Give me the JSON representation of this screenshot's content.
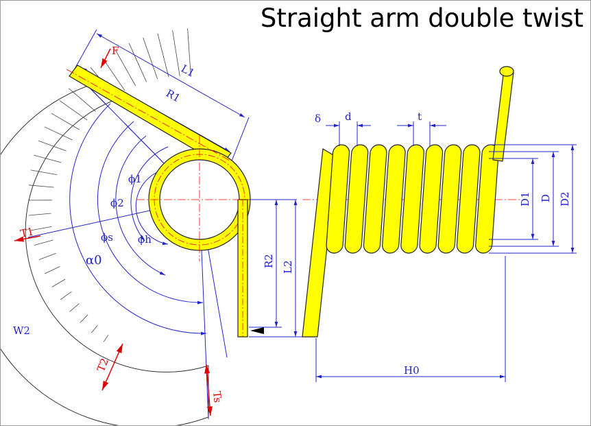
{
  "title": "Straight arm double twist",
  "colors": {
    "spring": "#ffff00",
    "outline": "#222222",
    "dimension": "#2222cc",
    "force": "#dd0000",
    "centerline": "#ff0000"
  },
  "labels": {
    "F": "F",
    "L1": "L1",
    "R1": "R1",
    "phi1": "ϕ1",
    "phi2": "ϕ2",
    "phis": "ϕs",
    "phih": "ϕh",
    "alpha0": "α0",
    "T1": "T1",
    "T2": "T2",
    "Ts": "Ts",
    "W2": "W2",
    "R2": "R2",
    "L2": "L2",
    "delta": "δ",
    "d": "d",
    "t": "t",
    "D1": "D1",
    "D": "D",
    "D2": "D2",
    "H0": "H0"
  }
}
